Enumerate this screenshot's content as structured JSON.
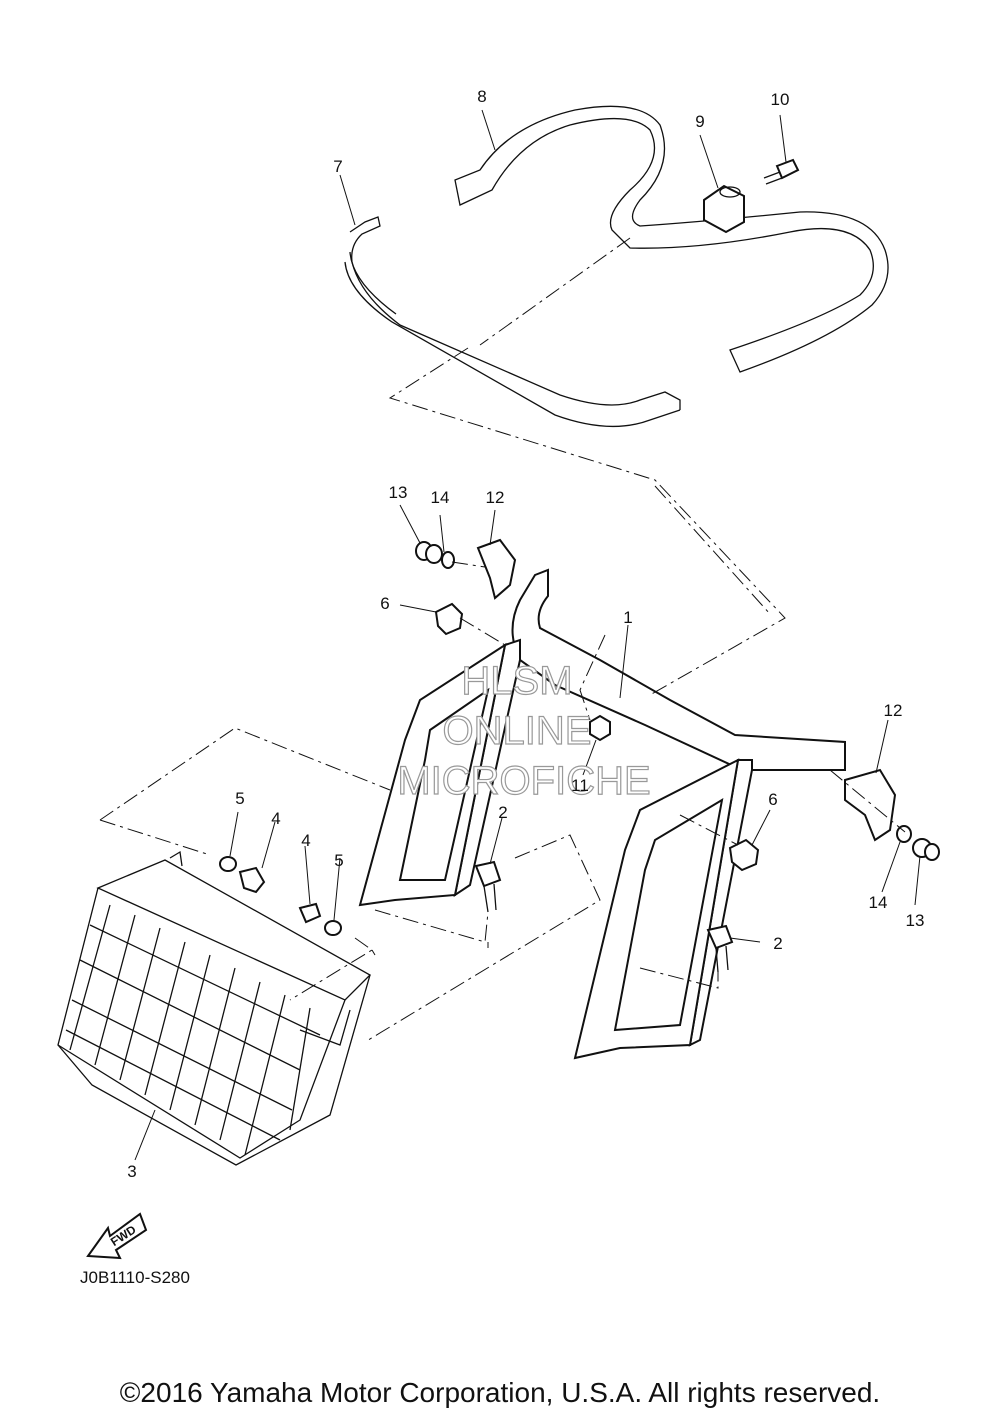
{
  "callouts": {
    "c1": "1",
    "c2a": "2",
    "c2b": "2",
    "c3": "3",
    "c4a": "4",
    "c4b": "4",
    "c5a": "5",
    "c5b": "5",
    "c6a": "6",
    "c6b": "6",
    "c7": "7",
    "c8": "8",
    "c9": "9",
    "c10": "10",
    "c11": "11",
    "c12a": "12",
    "c12b": "12",
    "c13a": "13",
    "c13b": "13",
    "c14a": "14",
    "c14b": "14"
  },
  "watermark": {
    "line1": "HLSM",
    "line2": "ONLINE",
    "line3": "MICROFICHE"
  },
  "fwd_label": "FWD",
  "diagram_code": "J0B1110-S280",
  "copyright": "©2016 Yamaha Motor Corporation, U.S.A. All rights reserved."
}
